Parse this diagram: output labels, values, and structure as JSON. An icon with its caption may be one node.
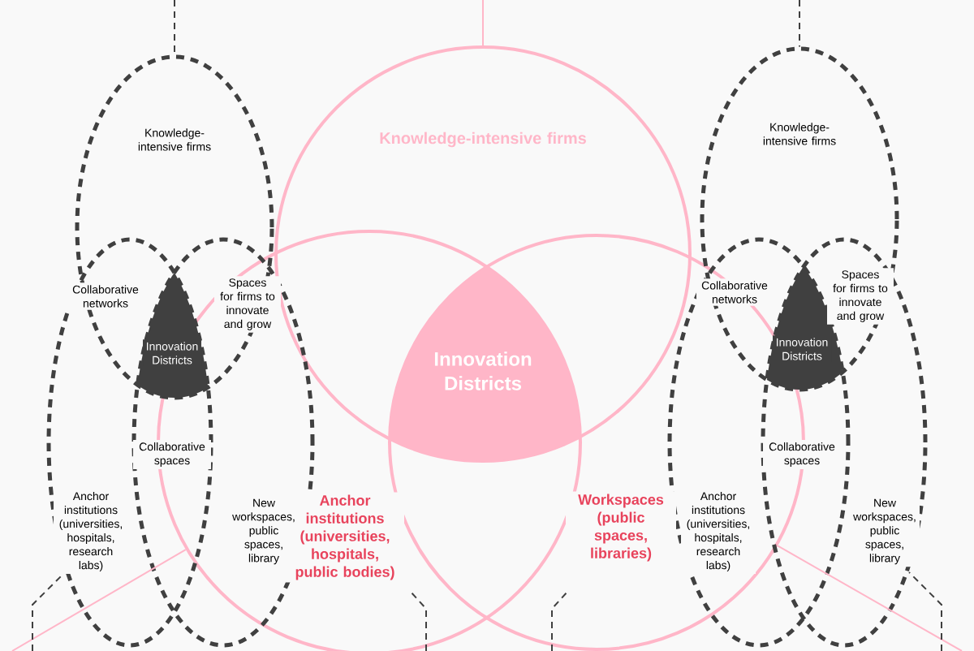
{
  "diagram": {
    "nodes": [
      {
        "text": [
          "Knowledge-intensive firms"
        ]
      },
      {
        "text": [
          "Anchor institutions (universities, hospitals, public bodies)"
        ]
      },
      {
        "text": [
          "Workspaces (public spaces, libraries)"
        ]
      },
      {
        "text": [
          "Innovation Districts"
        ]
      },
      {
        "text": [
          "Knowledge-intensive firms"
        ]
      },
      {
        "text": [
          "Anchor institutions (universities, hospitals, research labs)"
        ]
      },
      {
        "text": [
          "New workspaces, public spaces, library"
        ]
      },
      {
        "text": [
          "Innovation Districts"
        ]
      },
      {
        "text": [
          "Knowledge-intensive firms"
        ]
      },
      {
        "text": [
          "Anchor institutions (universities, hospitals, research labs)"
        ]
      },
      {
        "text": [
          "New workspaces, public spaces, library"
        ]
      },
      {
        "text": [
          "Innovation Districts"
        ]
      }
    ],
    "edges": [
      {
        "from": null,
        "to": 0,
        "arrow": "none",
        "color": "#ffb6c8"
      },
      {
        "from": null,
        "to": 4,
        "arrow": "none",
        "style": "dashed",
        "color": "#404040"
      },
      {
        "from": null,
        "to": 8,
        "arrow": "none",
        "style": "dashed",
        "color": "#404040"
      },
      {
        "from": null,
        "to": 1,
        "arrow": "none",
        "color": "#ffb6c8"
      },
      {
        "from": null,
        "to": 2,
        "arrow": "none",
        "color": "#ffb6c8"
      }
    ],
    "labels": [
      "Collaborative networks",
      "Spaces for firms to innovate and grow",
      "Collaborative spaces",
      "Collaborative networks",
      "Spaces for firms to innovate and grow",
      "Collaborative spaces"
    ]
  }
}
